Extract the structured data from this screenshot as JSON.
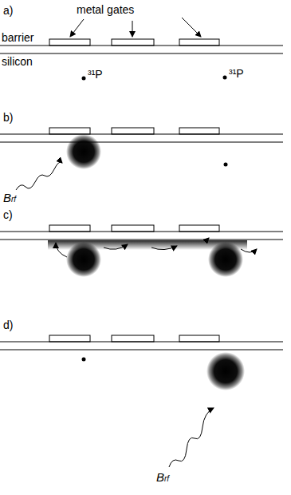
{
  "diagram": {
    "labels": [
      "a)",
      "metal gates",
      "barrier",
      "silicon",
      "³¹P",
      "³¹P",
      "b)",
      "Brf",
      "c)",
      "d)",
      "Brf"
    ]
  }
}
